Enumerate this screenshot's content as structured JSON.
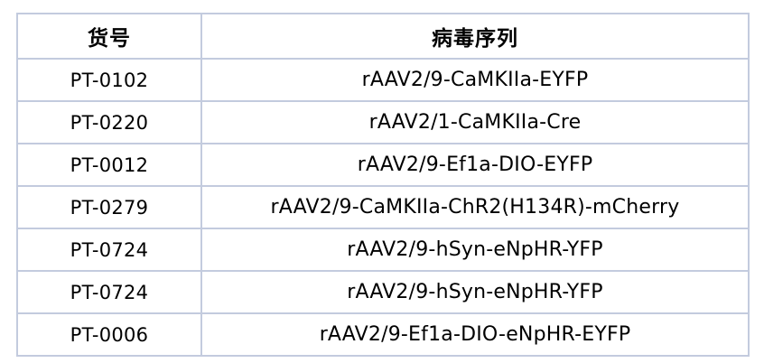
{
  "table": {
    "name": "virus-product-table",
    "columns": [
      {
        "key": "code",
        "label": "货号"
      },
      {
        "key": "sequence",
        "label": "病毒序列"
      }
    ],
    "rows": [
      {
        "code": "PT-0102",
        "sequence": "rAAV2/9-CaMKIIa-EYFP"
      },
      {
        "code": "PT-0220",
        "sequence": "rAAV2/1-CaMKIIa-Cre"
      },
      {
        "code": "PT-0012",
        "sequence": "rAAV2/9-Ef1a-DIO-EYFP"
      },
      {
        "code": "PT-0279",
        "sequence": "rAAV2/9-CaMKIIa-ChR2(H134R)-mCherry"
      },
      {
        "code": "PT-0724",
        "sequence": "rAAV2/9-hSyn-eNpHR-YFP"
      },
      {
        "code": "PT-0724",
        "sequence": "rAAV2/9-hSyn-eNpHR-YFP"
      },
      {
        "code": "PT-0006",
        "sequence": "rAAV2/9-Ef1a-DIO-eNpHR-EYFP"
      }
    ]
  },
  "colors": {
    "border": "#c3cbde",
    "background": "#ffffff",
    "text": "#000000"
  }
}
